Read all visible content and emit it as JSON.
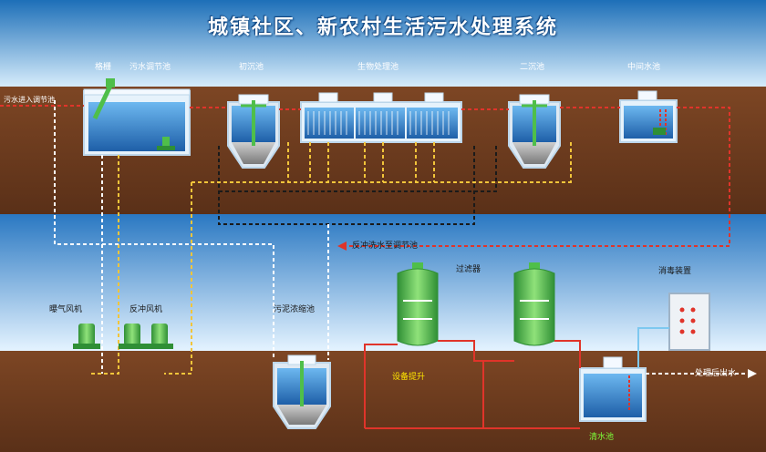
{
  "title": "城镇社区、新农村生活污水处理系统",
  "labels": {
    "grid": "格栅",
    "regulating_tank": "污水调节池",
    "primary_settling": "初沉池",
    "bio_tank": "生物处理池",
    "secondary_settling": "二沉池",
    "intermediate_tank": "中间水池",
    "sewage_inlet": "污水进入调节池",
    "backwash_return": "反冲洗水至调节池",
    "filter": "过滤器",
    "disinfection_device": "消毒装置",
    "aeration_blower": "曝气风机",
    "backwash_blower": "反冲风机",
    "sludge_tank": "污泥浓缩池",
    "equipment_pump": "设备提升",
    "outlet": "处理后出水",
    "clear_water_tank": "清水池"
  },
  "colors": {
    "sky_top": "#1d6fb8",
    "sky_bottom": "#dff1ff",
    "soil": "#6b3a1f",
    "water": "#2c7fd0",
    "pipe_red": "#e0342a",
    "pipe_yellow": "#f2c53a",
    "pipe_white": "#ffffff",
    "pipe_black": "#1a1a1a",
    "green": "#4fbf4a"
  }
}
